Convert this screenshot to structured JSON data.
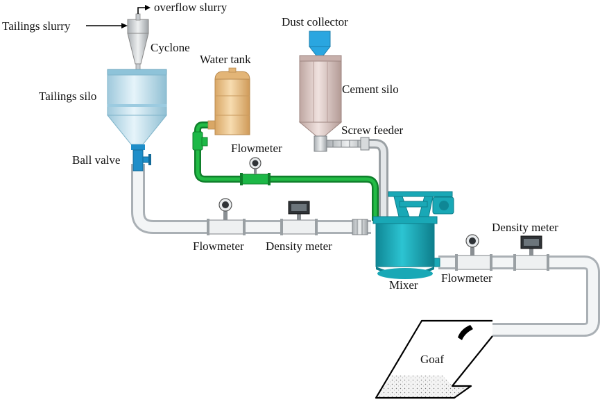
{
  "labels": {
    "overflow_slurry": "overflow slurry",
    "tailings_slurry": "Tailings slurry",
    "cyclone": "Cyclone",
    "tailings_silo": "Tailings silo",
    "ball_valve": "Ball valve",
    "water_tank": "Water tank",
    "dust_collector": "Dust collector",
    "cement_silo": "Cement silo",
    "screw_feeder": "Screw feeder",
    "flowmeter_water": "Flowmeter",
    "flowmeter_tailings": "Flowmeter",
    "density_meter_tailings": "Density meter",
    "mixer": "Mixer",
    "flowmeter_outlet": "Flowmeter",
    "density_meter_outlet": "Density meter",
    "goaf": "Goaf"
  },
  "colors": {
    "green_pipe": "#1aa33a",
    "grey_pipe": "#c9cdd0",
    "mixer_teal": "#19a8b6",
    "silo_blue": "#bfe0ee",
    "water_tank": "#e8c08a",
    "cement_silo": "#d8c3bf",
    "dust_blue": "#2aa6e0",
    "valve_blue": "#1f8ec9"
  }
}
